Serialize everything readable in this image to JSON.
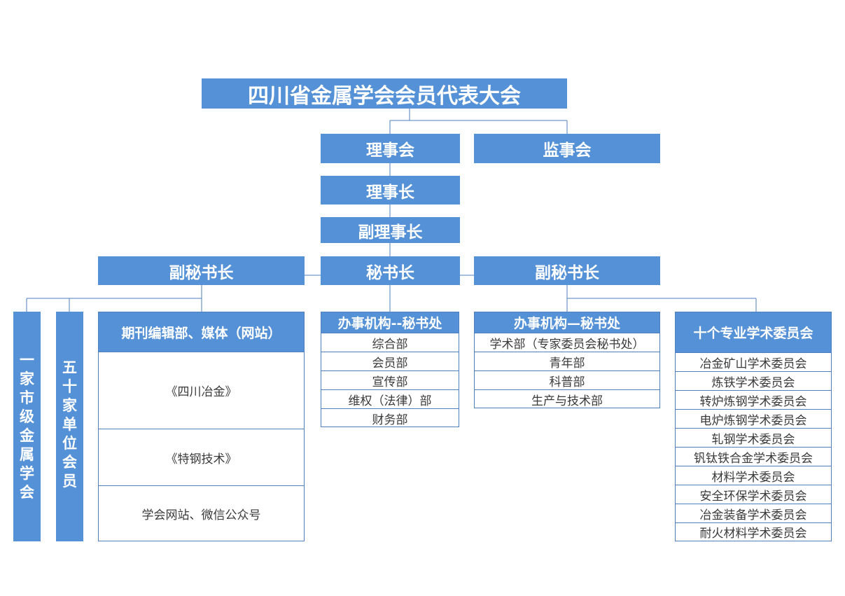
{
  "colors": {
    "box_fill": "#5591d6",
    "line": "#4f7fbf",
    "text_light": "#ffffff",
    "text_dark": "#3a3a3a"
  },
  "top": {
    "congress": "四川省金属学会会员代表大会",
    "council": "理事会",
    "supervisory": "监事会",
    "president": "理事长",
    "vice_president": "副理事长",
    "secretary_general": "秘书长",
    "deputy_left": "副秘书长",
    "deputy_right": "副秘书长"
  },
  "vertical": {
    "city_societies": [
      "一",
      "家",
      "市",
      "级",
      "金",
      "属",
      "学",
      "会"
    ],
    "member_units": [
      "五",
      "十",
      "家",
      "单",
      "位",
      "会",
      "员"
    ]
  },
  "media": {
    "title": "期刊编辑部、媒体（网站）",
    "items": [
      "《四川冶金》",
      "《特钢技术》",
      "学会网站、微信公众号"
    ]
  },
  "office_left": {
    "title": "办事机构--秘书处",
    "items": [
      "综合部",
      "会员部",
      "宣传部",
      "维权（法律）部",
      "财务部"
    ]
  },
  "office_right": {
    "title": "办事机构—秘书处",
    "items": [
      "学术部（专家委员会秘书处）",
      "青年部",
      "科普部",
      "生产与技术部"
    ]
  },
  "committees": {
    "title": "十个专业学术委员会",
    "items": [
      "冶金矿山学术委员会",
      "炼铁学术委员会",
      "转炉炼钢学术委员会",
      "电炉炼钢学术委员会",
      "轧钢学术委员会",
      "钒钛铁合金学术委员会",
      "材料学术委员会",
      "安全环保学术委员会",
      "冶金装备学术委员会",
      "耐火材料学术委员会"
    ]
  }
}
